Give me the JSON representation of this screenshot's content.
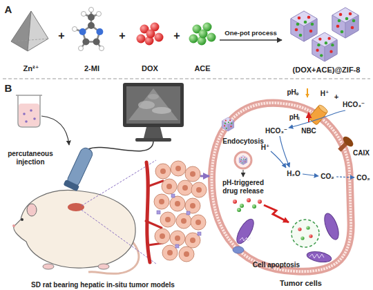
{
  "diagram": {
    "nodes": [
      {
        "text": [
          "Zn²⁺"
        ]
      },
      {
        "text": [
          "2-MI"
        ]
      },
      {
        "text": [
          "DOX"
        ]
      },
      {
        "text": [
          "ACE"
        ]
      },
      {
        "text": [
          "(DOX+ACE)@ZIF-8"
        ]
      },
      {
        "text": [
          "SD rat bearing hepatic in-situ tumor models"
        ]
      },
      {
        "text": [
          "Tumor cells"
        ]
      }
    ],
    "edges": [
      {
        "from": 3,
        "to": 4,
        "label": "One-pot process",
        "arrow": "to"
      },
      {
        "from": 5,
        "to": 6,
        "arrow": "to"
      }
    ],
    "labels": [
      "A",
      "+",
      "+",
      "+",
      "B",
      "percutaneous injection",
      "pHₑ",
      "pHᵢ",
      "H⁺",
      "+",
      "HCO₃⁻",
      "NBC",
      "HCO₃⁻",
      "CAIX",
      "H⁺",
      "CO₂",
      "CO₂",
      "H₂O",
      "Endocytosis",
      "pH-triggered drug release",
      "Cell apoptosis"
    ]
  }
}
